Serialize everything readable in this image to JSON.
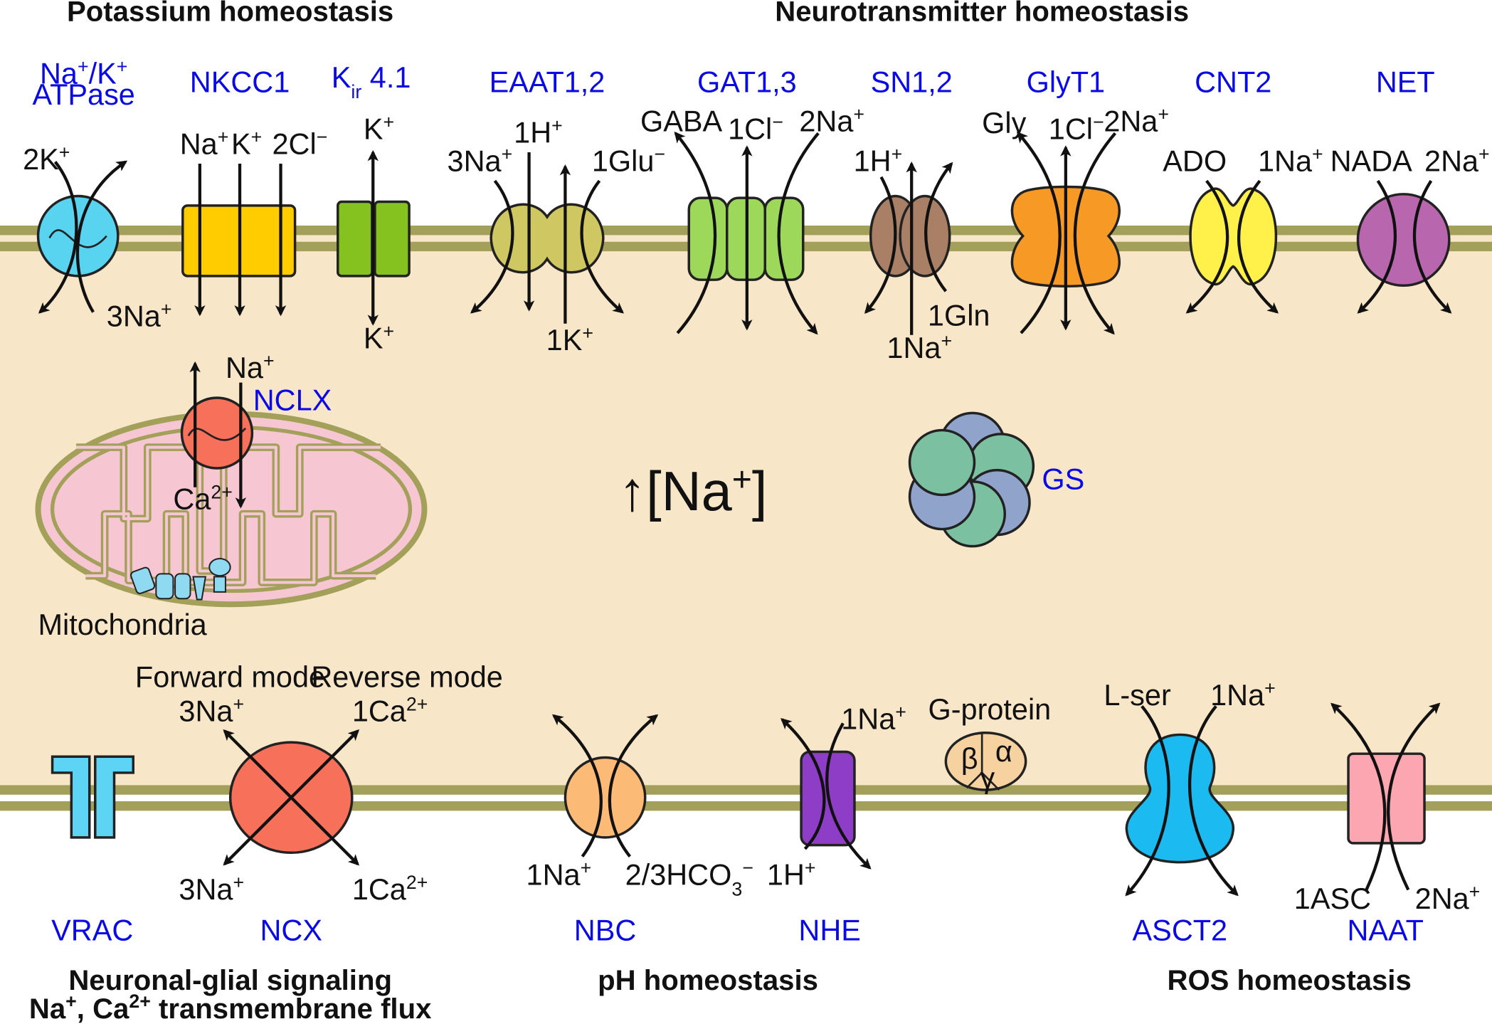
{
  "colors": {
    "cytoplasm": "#f8e6c8",
    "membrane": "#a3a05a",
    "label_blue": "#0a0ae6",
    "nak_atpase": "#58d3f0",
    "nkcc1": "#ffcc00",
    "kir41": "#86c21f",
    "eaat": "#cfc862",
    "gat": "#9ed85a",
    "sn": "#a98066",
    "glyt1": "#f79a25",
    "cnt2": "#fff04a",
    "net": "#b867ae",
    "nclx": "#f6705a",
    "mito_fill": "#f6c7d3",
    "gs_green": "#7bc0a1",
    "gs_blue": "#8fa3cb",
    "vrac": "#5ed4f4",
    "ncx": "#f6705a",
    "nbc": "#fbbb76",
    "nhe": "#8e3ec6",
    "gprotein": "#f6d2a0",
    "asct2": "#1bbaf0",
    "naat": "#fba6b0"
  },
  "sections": {
    "potassium": "Potassium homeostasis",
    "neurotransmitter": "Neurotransmitter homeostasis",
    "signaling_line1": "Neuronal-glial signaling",
    "signaling_line2_a": "Na",
    "signaling_line2_b": "+",
    "signaling_line2_c": ", Ca",
    "signaling_line2_d": "2+",
    "signaling_line2_e": " transmembrane flux",
    "ph": "pH homeostasis",
    "ros": "ROS homeostasis"
  },
  "center": {
    "arrow": "↑",
    "open": "[Na",
    "sup": "+",
    "close": "]"
  },
  "transporters": {
    "nak": {
      "name_l1_a": "Na",
      "name_l1_b": "+",
      "name_l1_c": "/K",
      "name_l1_d": "+",
      "name_l2": "ATPase",
      "in_a": "2K",
      "in_b": "+",
      "out_a": "3Na",
      "out_b": "+"
    },
    "nkcc1": {
      "name": "NKCC1",
      "s1_a": "Na",
      "s1_b": "+",
      "s2_a": "K",
      "s2_b": "+",
      "s3_a": "2Cl",
      "s3_b": "−"
    },
    "kir": {
      "name_a": "K",
      "name_b": "ir",
      "name_c": " 4.1",
      "top_a": "K",
      "top_b": "+",
      "bot_a": "K",
      "bot_b": "+"
    },
    "eaat": {
      "name": "EAAT1,2",
      "s1_a": "3Na",
      "s1_b": "+",
      "s2_a": "1H",
      "s2_b": "+",
      "s3_a": "1Glu",
      "s3_b": "−",
      "s4_a": "1K",
      "s4_b": "+"
    },
    "gat": {
      "name": "GAT1,3",
      "s1": "GABA",
      "s2_a": "1Cl",
      "s2_b": "−",
      "s3_a": "2Na",
      "s3_b": "+"
    },
    "sn": {
      "name": "SN1,2",
      "s1_a": "1H",
      "s1_b": "+",
      "s2": "1Gln",
      "s3_a": "1Na",
      "s3_b": "+"
    },
    "glyt1": {
      "name": "GlyT1",
      "s1": "Gly",
      "s2_a": "1Cl",
      "s2_b": "−",
      "s3_a": "2Na",
      "s3_b": "+"
    },
    "cnt2": {
      "name": "CNT2",
      "s1": "ADO",
      "s2_a": "1Na",
      "s2_b": "+"
    },
    "net": {
      "name": "NET",
      "s1": "NADA",
      "s2_a": "2Na",
      "s2_b": "+"
    },
    "nclx": {
      "name": "NCLX",
      "na_a": "Na",
      "na_b": "+",
      "ca_a": "Ca",
      "ca_b": "2+"
    },
    "mito": {
      "name": "Mitochondria"
    },
    "gs": {
      "name": "GS"
    },
    "vrac": {
      "name": "VRAC"
    },
    "ncx": {
      "name": "NCX",
      "forward": "Forward mode",
      "reverse": "Reverse mode",
      "tl_a": "3Na",
      "tl_b": "+",
      "tr_a": "1Ca",
      "tr_b": "2+",
      "bl_a": "3Na",
      "bl_b": "+",
      "br_a": "1Ca",
      "br_b": "2+"
    },
    "nbc": {
      "name": "NBC",
      "s1_a": "1Na",
      "s1_b": "+",
      "s2_a": "2/3HCO",
      "s2_b": "3",
      "s2_c": "−"
    },
    "nhe": {
      "name": "NHE",
      "s1_a": "1Na",
      "s1_b": "+",
      "s2_a": "1H",
      "s2_b": "+"
    },
    "gprotein": {
      "name": "G-protein",
      "beta": "β",
      "alpha": "α",
      "gamma": "γ"
    },
    "asct2": {
      "name": "ASCT2",
      "s1": "L-ser",
      "s2_a": "1Na",
      "s2_b": "+"
    },
    "naat": {
      "name": "NAAT",
      "s1": "1ASC",
      "s2_a": "2Na",
      "s2_b": "+"
    }
  }
}
